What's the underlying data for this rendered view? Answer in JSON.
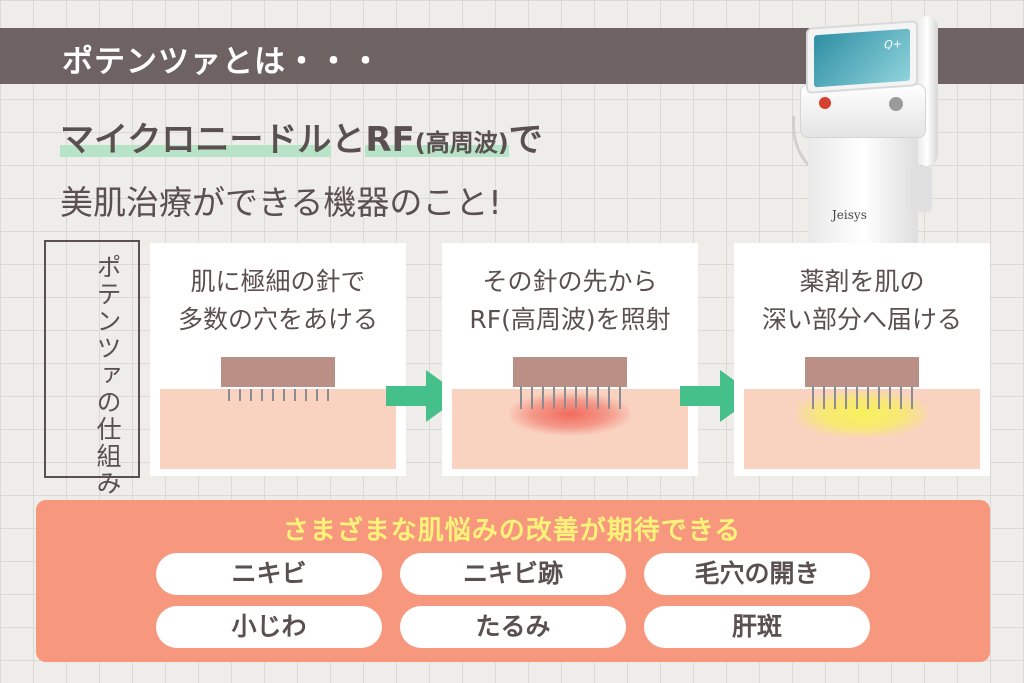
{
  "banner": {
    "title": "ポテンツァとは・・・"
  },
  "headline": {
    "part1": "マイクロニードル",
    "part2": "と",
    "part3": "RF",
    "part4": "(高周波)",
    "part5": "で"
  },
  "subline": "美肌治療ができる機器のこと!",
  "device": {
    "screen_text": "Q+",
    "brand": "Jeisys"
  },
  "mechanism": {
    "label": "ポテンツァの仕組み"
  },
  "steps": [
    {
      "line1": "肌に極細の針で",
      "line2": "多数の穴をあける"
    },
    {
      "line1": "その針の先から",
      "line2": "RF(高周波)を照射"
    },
    {
      "line1": "薬剤を肌の",
      "line2": "深い部分へ届ける"
    }
  ],
  "colors": {
    "banner": "#6f6262",
    "arrow": "#46c08a",
    "benefits_bg": "#f7977e",
    "benefits_title": "#fbf27a",
    "highlight": "#b7e3c8"
  },
  "benefits": {
    "title": "さまざまな肌悩みの改善が期待できる",
    "items": [
      "ニキビ",
      "ニキビ跡",
      "毛穴の開き",
      "小じわ",
      "たるみ",
      "肝斑"
    ]
  }
}
